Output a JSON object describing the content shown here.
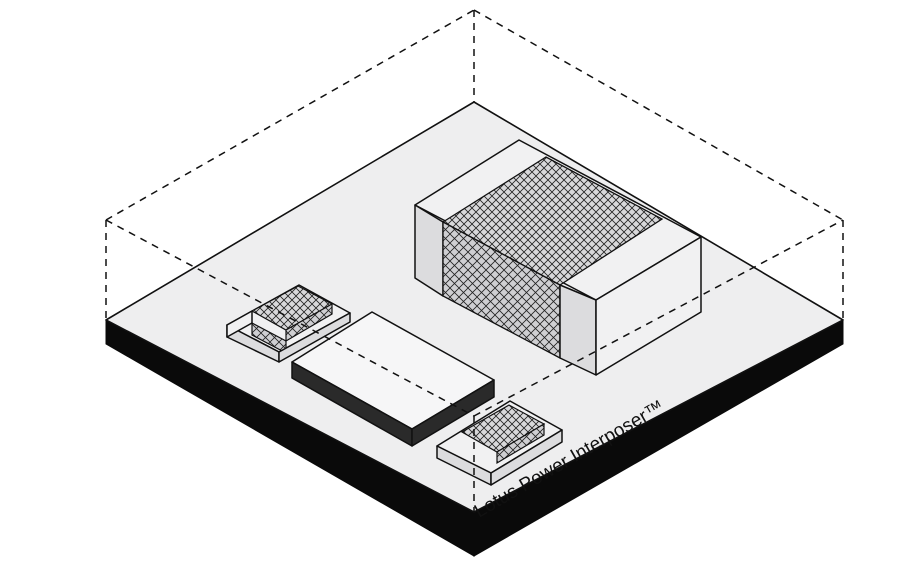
{
  "diagram": {
    "label": "Lotus Power Interposer™",
    "components": [
      {
        "name": "large-capacitor",
        "kind": "mlcc"
      },
      {
        "name": "small-capacitor-left",
        "kind": "mlcc"
      },
      {
        "name": "small-capacitor-right",
        "kind": "mlcc"
      },
      {
        "name": "die-chip",
        "kind": "chip"
      }
    ],
    "colors": {
      "board_top": "#eeeeef",
      "board_side": "#0a0a0a",
      "line": "#111111",
      "component_face": "#f1f1f2"
    }
  }
}
